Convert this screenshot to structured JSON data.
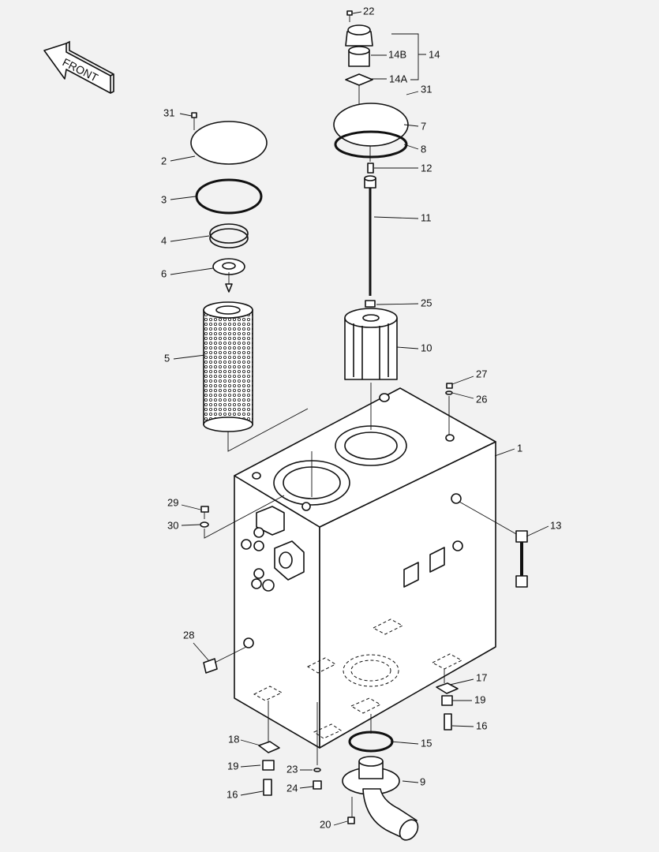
{
  "direction_label": "FRONT",
  "callouts": [
    "22",
    "14B",
    "14",
    "14A",
    "31",
    "7",
    "8",
    "12",
    "11",
    "25",
    "10",
    "27",
    "26",
    "1",
    "13",
    "31",
    "2",
    "3",
    "4",
    "6",
    "5",
    "29",
    "30",
    "28",
    "17",
    "19",
    "16",
    "15",
    "18",
    "19",
    "23",
    "24",
    "16",
    "9",
    "20"
  ],
  "colors": {
    "background": "#f2f2f2",
    "line": "#111111",
    "fill": "#ffffff"
  }
}
